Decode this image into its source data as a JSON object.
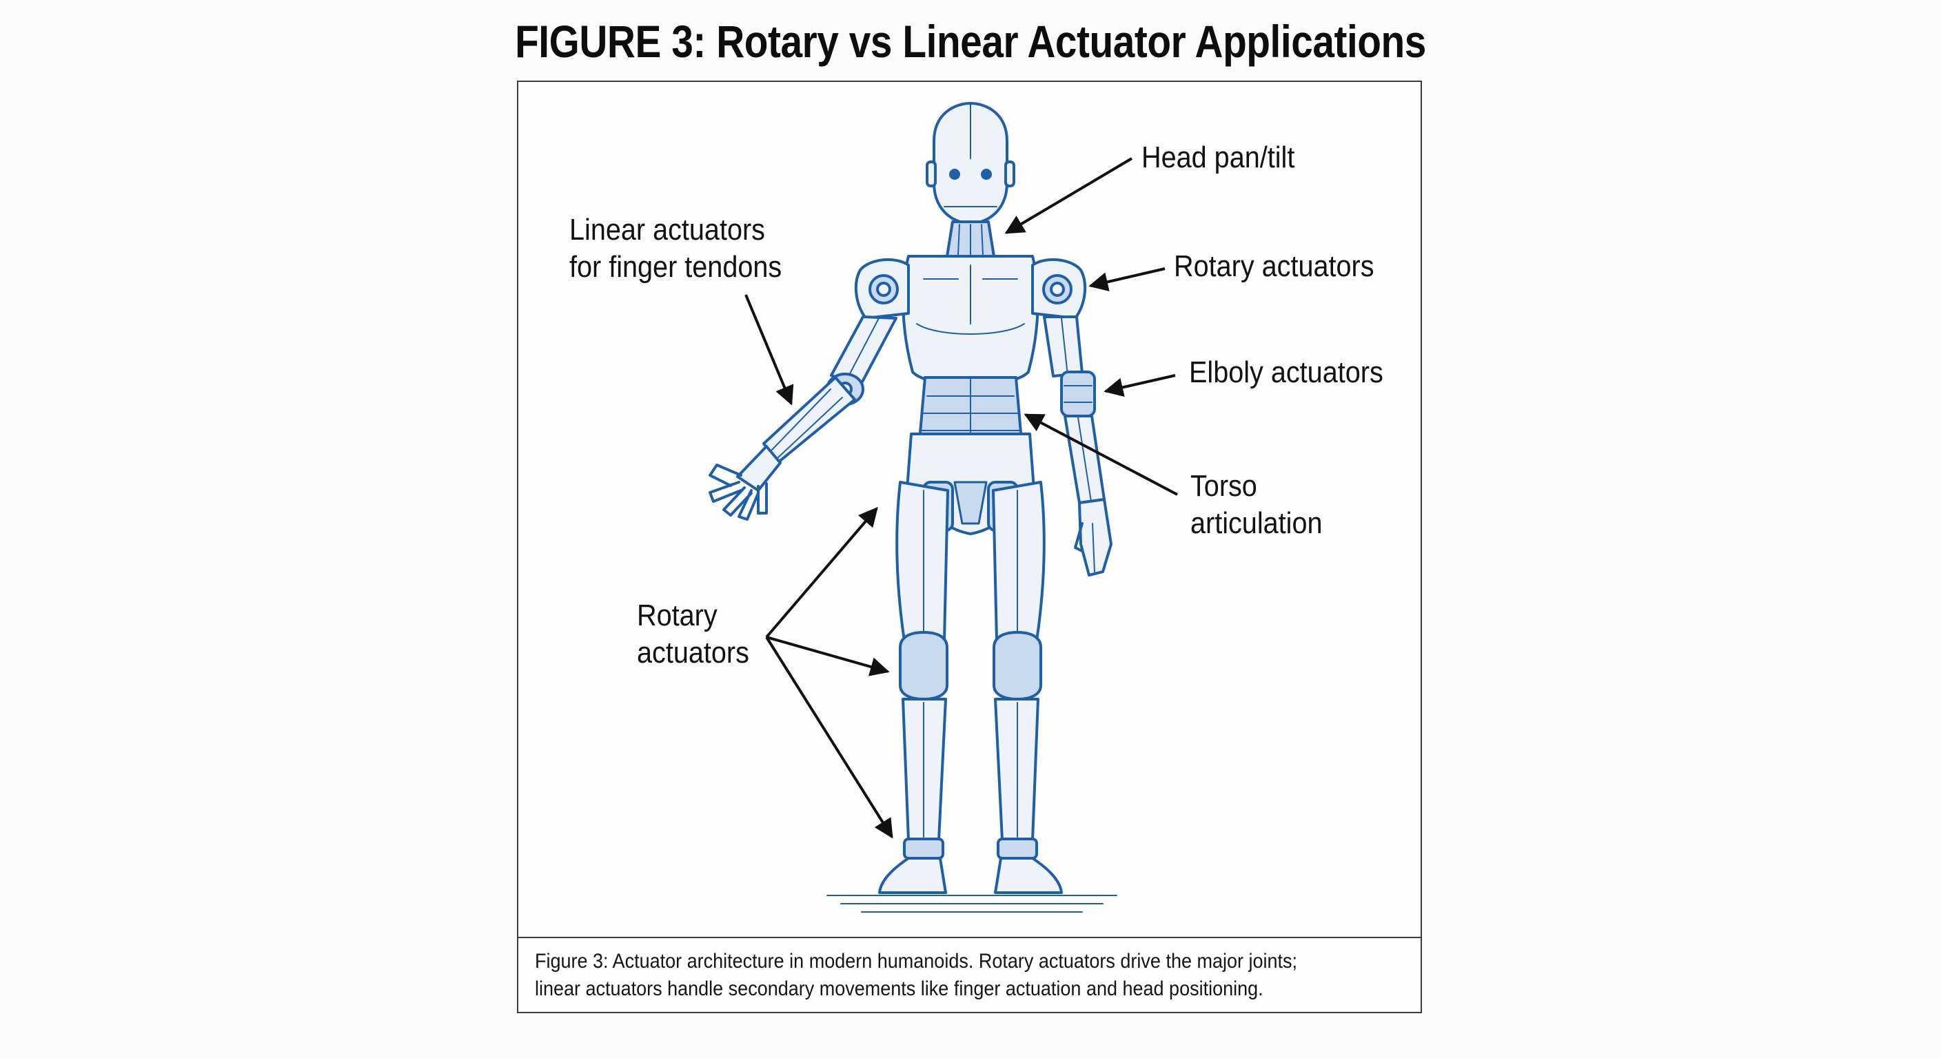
{
  "title": "FIGURE 3: Rotary vs Linear Actuator Applications",
  "labels": {
    "head": "Head pan/tilt",
    "shoulder": "Rotary actuators",
    "elbow": "Elboly actuators",
    "torso_line1": "Torso",
    "torso_line2": "articulation",
    "finger_line1": "Linear actuators",
    "finger_line2": "for finger tendons",
    "legs_line1": "Rotary",
    "legs_line2": "actuators"
  },
  "caption": {
    "line1": "Figure 3: Actuator architecture in modern humanoids. Rotary actuators drive the major joints;",
    "line2": "linear actuators handle secondary movements like finger actuation and head positioning."
  },
  "colors": {
    "robot_line": "#1f5fa8",
    "robot_fill": "#eef3fa",
    "robot_shade": "#c9d9ee",
    "arrow": "#111111"
  }
}
